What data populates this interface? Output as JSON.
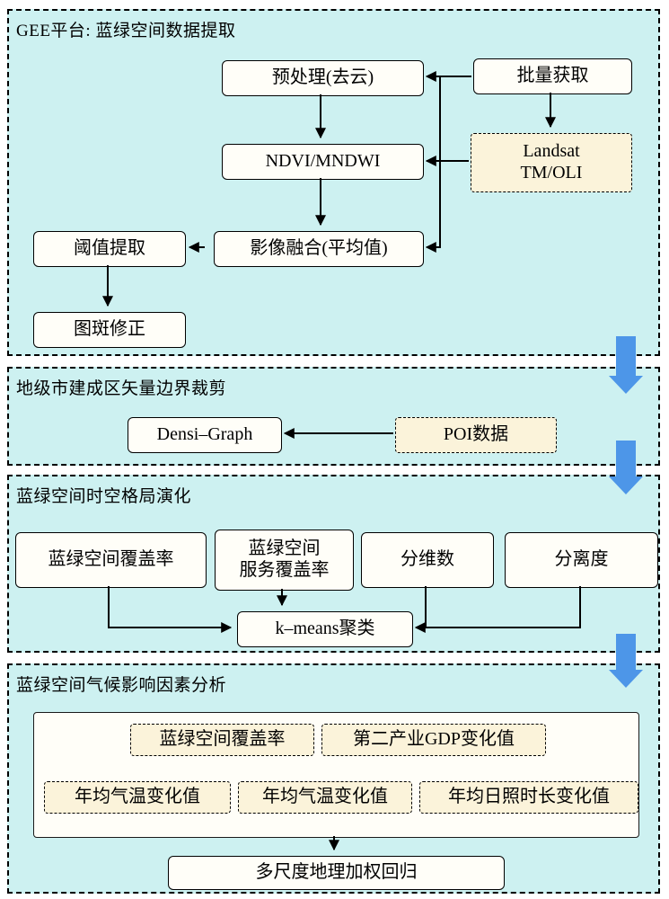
{
  "colors": {
    "panel_background": "#cdf1f1",
    "box_background": "#fffef8",
    "cream_background": "#fbf3da",
    "line_color": "#000000",
    "arrow_blue": "#4d96e8"
  },
  "panel1": {
    "title": "GEE平台: 蓝绿空间数据提取",
    "preprocess": "预处理(去云)",
    "batch_acquire": "批量获取",
    "ndvi_mndwi": "NDVI/MNDWI",
    "landsat_line1": "Landsat",
    "landsat_line2": "TM/OLI",
    "image_fusion": "影像融合(平均值)",
    "threshold_extract": "阈值提取",
    "patch_correction": "图斑修正"
  },
  "panel2": {
    "title": "地级市建成区矢量边界裁剪",
    "densi_graph": "Densi–Graph",
    "poi_data": "POI数据"
  },
  "panel3": {
    "title": "蓝绿空间时空格局演化",
    "bg_coverage": "蓝绿空间覆盖率",
    "service_line1": "蓝绿空间",
    "service_line2": "服务覆盖率",
    "fractal_dimension": "分维数",
    "separation_degree": "分离度",
    "kmeans": "k–means聚类"
  },
  "panel4": {
    "title": "蓝绿空间气候影响因素分析",
    "factors_row1": [
      "蓝绿空间覆盖率",
      "第二产业GDP变化值"
    ],
    "factors_row2": [
      "年均气温变化值",
      "年均气温变化值",
      "年均日照时长变化值"
    ],
    "regression": "多尺度地理加权回归"
  },
  "icons": {
    "flow_down_arrow": "thick blue downward arrow connecting panels",
    "connector_arrowhead": "black triangle arrowhead"
  }
}
